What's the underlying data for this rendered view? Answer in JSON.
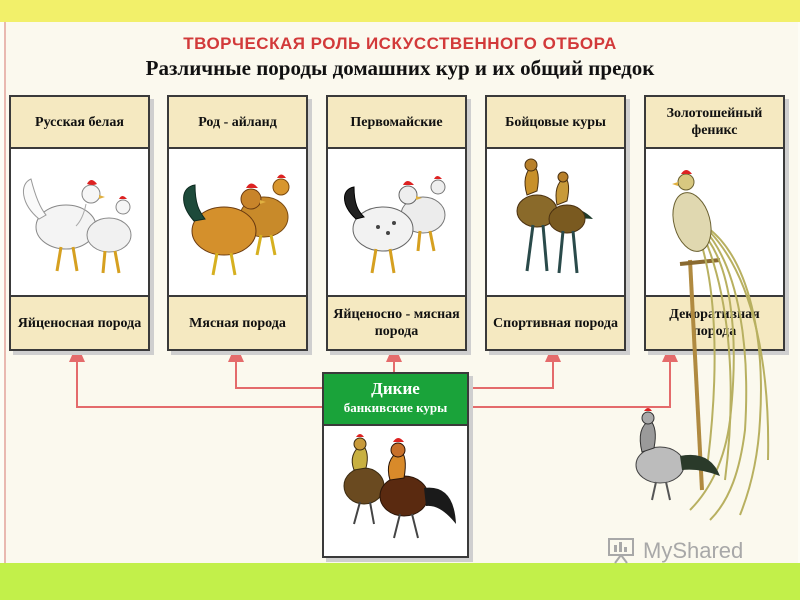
{
  "title": "ТВОРЧЕСКАЯ РОЛЬ ИСКУССТВЕННОГО ОТБОРА",
  "subtitle": "Различные породы домашних кур и их общий предок",
  "breeds": [
    {
      "name": "Русская белая",
      "purpose": "Яйценосная порода"
    },
    {
      "name": "Род - айланд",
      "purpose": "Мясная порода"
    },
    {
      "name": "Первомайские",
      "purpose": "Яйценосно - мясная порода"
    },
    {
      "name": "Бойцовые куры",
      "purpose": "Спортивная порода"
    },
    {
      "name": "Золотошейный феникс",
      "purpose": "Декоративная порода"
    }
  ],
  "ancestor": {
    "title": "Дикие",
    "subtitle": "банкивские куры"
  },
  "watermark": "MyShared",
  "colors": {
    "arrow": "#e46b6b",
    "ancestor_header": "#1aa33a",
    "header_bg": "#f5e9c1",
    "title": "#d23a3a",
    "top_band": "#f2f06a",
    "bottom_band": "#c2f04a"
  }
}
